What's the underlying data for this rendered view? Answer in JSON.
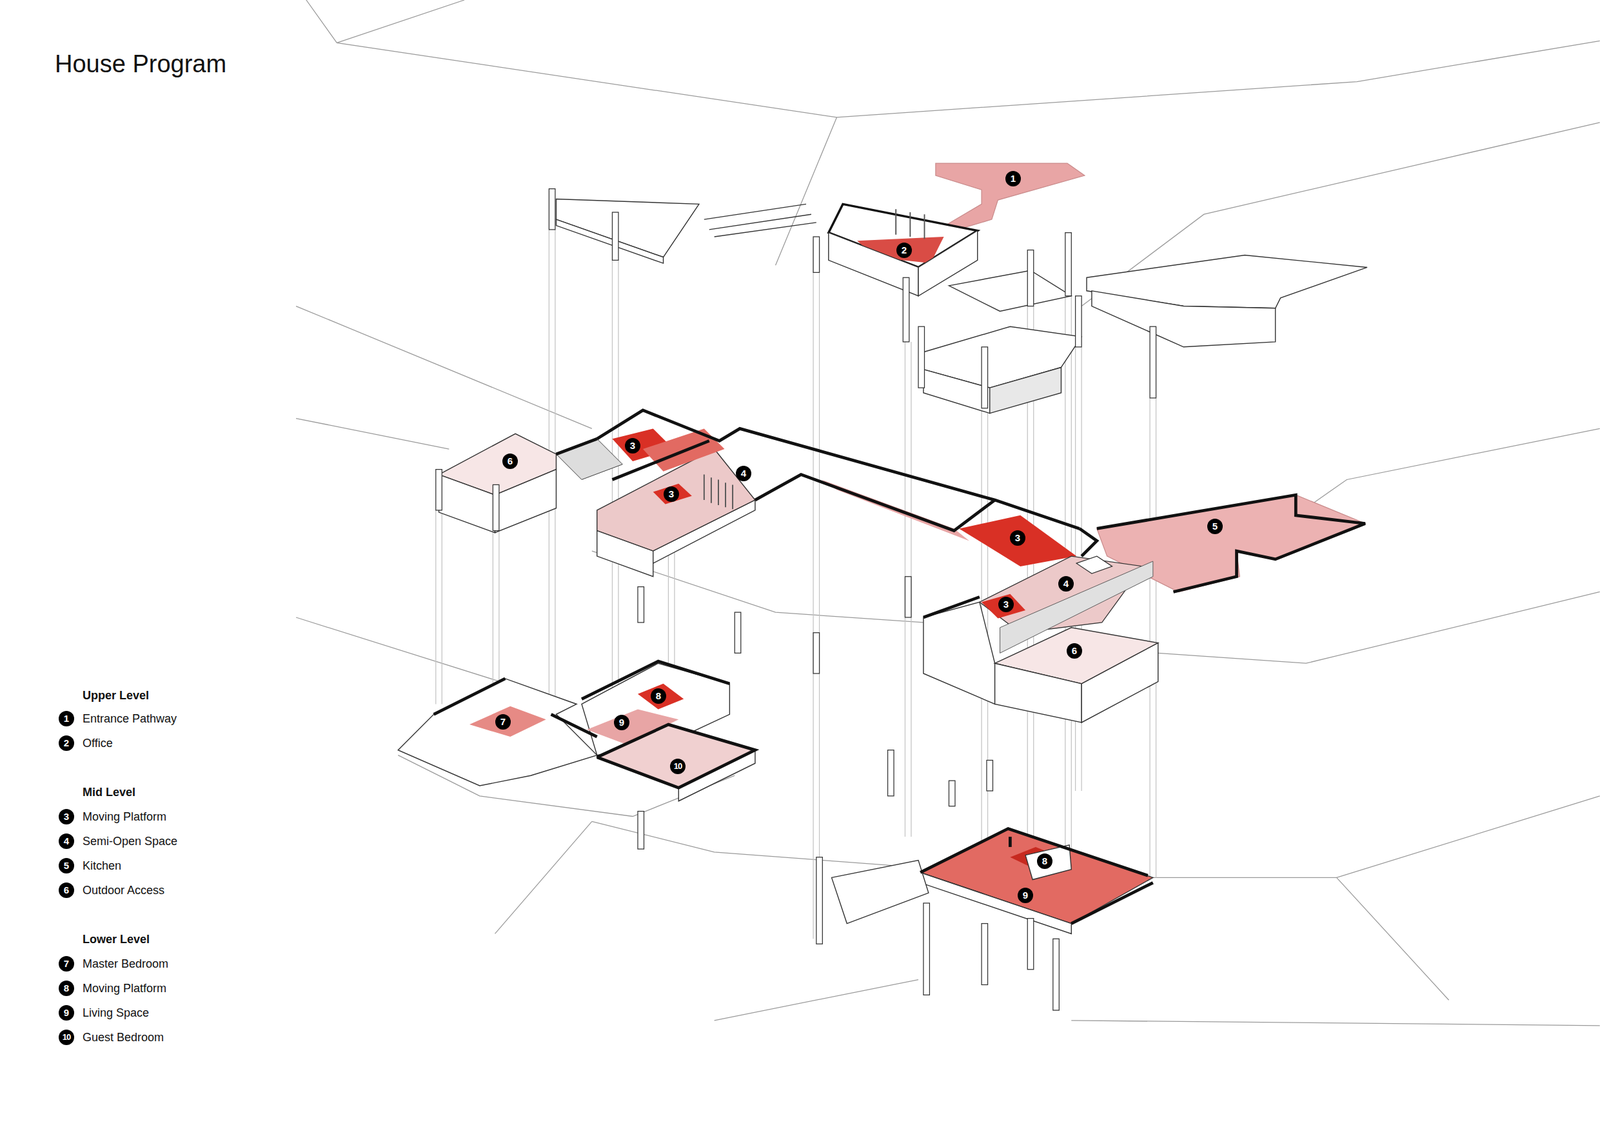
{
  "diagram": {
    "title": "House Program",
    "labels": [
      "Upper Level",
      "1",
      "2",
      "Mid Level",
      "3",
      "4",
      "5",
      "6",
      "Lower Level",
      "7",
      "8",
      "9",
      "10",
      "1",
      "2",
      "3",
      "3",
      "4",
      "3",
      "5",
      "3",
      "4",
      "6",
      "6",
      "7",
      "8",
      "9",
      "10",
      "8",
      "9"
    ],
    "legend": [
      {
        "text": "Entrance Pathway"
      },
      {
        "text": "Office"
      },
      {
        "text": "Moving Platform"
      },
      {
        "text": "Semi-Open Space"
      },
      {
        "text": "Kitchen"
      },
      {
        "text": "Outdoor Access"
      },
      {
        "text": "Master Bedroom"
      },
      {
        "text": "Moving Platform"
      },
      {
        "text": "Living Space"
      },
      {
        "text": "Guest Bedroom"
      }
    ]
  }
}
